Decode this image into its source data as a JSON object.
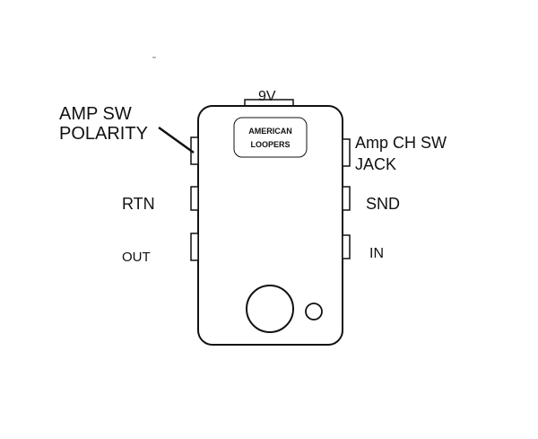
{
  "top_connector": {
    "label": "9V"
  },
  "logo": {
    "line1": "AMERICAN",
    "line2": "LOOPERS"
  },
  "left_jacks": {
    "amp_sw_polarity": {
      "line1": "AMP SW",
      "line2": "POLARITY"
    },
    "rtn": {
      "label": "RTN"
    },
    "out": {
      "label": "OUT"
    }
  },
  "right_jacks": {
    "amp_ch_sw_jack": {
      "line1": "Amp CH SW",
      "line2": "JACK"
    },
    "snd": {
      "label": "SND"
    },
    "in": {
      "label": "IN"
    }
  },
  "colors": {
    "stroke": "#111111",
    "background": "#ffffff"
  }
}
